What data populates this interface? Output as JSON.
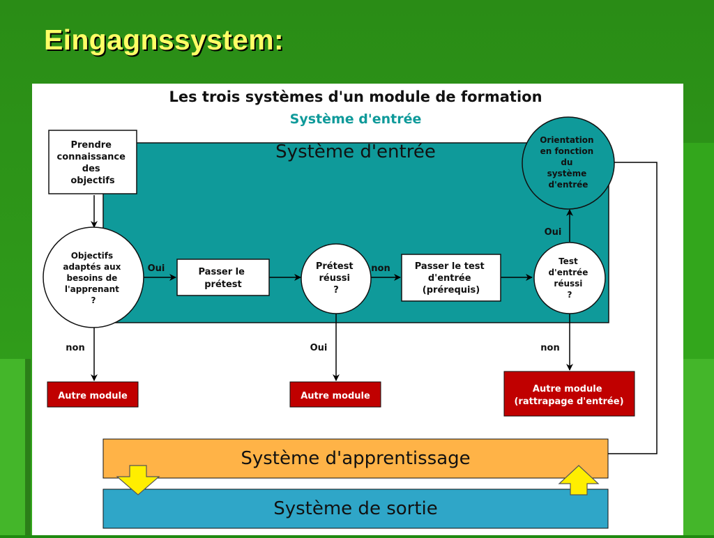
{
  "slide": {
    "title": "Eingagnssystem:"
  },
  "diagram": {
    "title": "Les trois systèmes d'un module de formation",
    "subtitle": "Système d'entrée",
    "entry_region_label": "Système d'entrée",
    "box_objectives": [
      "Prendre",
      "connaissance",
      "des",
      "objectifs"
    ],
    "circle_objectives": [
      "Objectifs",
      "adaptés aux",
      "besoins de",
      "l'apprenant",
      "?"
    ],
    "box_pretest": [
      "Passer le",
      "prétest"
    ],
    "circle_pretest": [
      "Prétest",
      "réussi",
      "?"
    ],
    "box_entry_test": [
      "Passer le test",
      "d'entrée",
      "(prérequis)"
    ],
    "circle_entry_test": [
      "Test",
      "d'entrée",
      "réussi",
      "?"
    ],
    "circle_orientation": [
      "Orientation",
      "en fonction",
      "du",
      "système",
      "d'entrée"
    ],
    "label_oui_1": "Oui",
    "label_non_1": "non",
    "label_non_2": "non",
    "label_oui_2": "Oui",
    "label_non_3": "non",
    "label_oui_3": "Oui",
    "module_1": "Autre module",
    "module_2": "Autre module",
    "module_3": [
      "Autre module",
      "(rattrapage d'entrée)"
    ],
    "learning_system": "Système d'apprentissage",
    "exit_system": "Système de sortie",
    "colors": {
      "teal": "#0f9a9a",
      "red": "#c00000",
      "orange": "#ffb347",
      "blue": "#2fa6c8",
      "yellow": "#ffee00",
      "subtitle": "#0f9a9a"
    }
  }
}
